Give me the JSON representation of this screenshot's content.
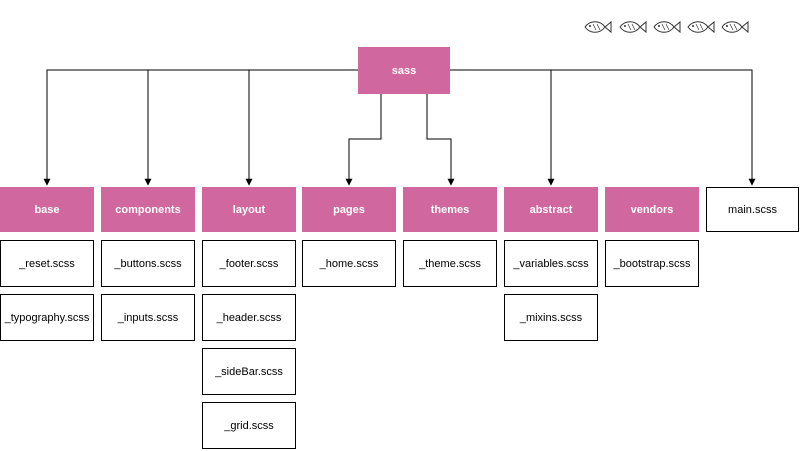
{
  "colors": {
    "folder_fill": "#d0679f",
    "folder_text": "#ffffff",
    "file_border": "#000000",
    "line": "#000000"
  },
  "root": {
    "label": "sass"
  },
  "folders": [
    {
      "label": "base",
      "files": [
        "_reset.scss",
        "_typography.scss"
      ]
    },
    {
      "label": "components",
      "files": [
        "_buttons.scss",
        "_inputs.scss"
      ]
    },
    {
      "label": "layout",
      "files": [
        "_footer.scss",
        "_header.scss",
        "_sideBar.scss",
        "_grid.scss"
      ]
    },
    {
      "label": "pages",
      "files": [
        "_home.scss"
      ]
    },
    {
      "label": "themes",
      "files": [
        "_theme.scss"
      ]
    },
    {
      "label": "abstract",
      "files": [
        "_variables.scss",
        "_mixins.scss"
      ]
    },
    {
      "label": "vendors",
      "files": [
        "_bootstrap.scss"
      ]
    }
  ],
  "main_file": {
    "label": "main.scss"
  },
  "decoration": {
    "icon": "fish-icon",
    "count": 5
  }
}
